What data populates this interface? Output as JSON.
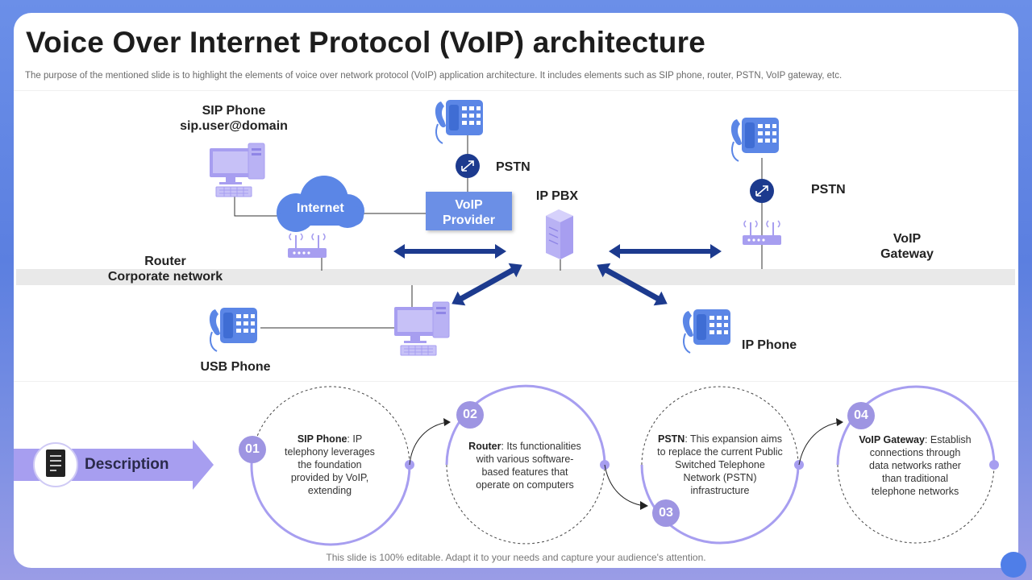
{
  "header": {
    "title": "Voice Over Internet Protocol (VoIP) architecture",
    "subtitle": "The purpose of the mentioned slide is to highlight the elements of voice over network protocol (VoIP)  application architecture. It includes elements such as SIP phone, router, PSTN, VoIP gateway, etc."
  },
  "diagram": {
    "sip_phone": "SIP Phone",
    "sip_address": "sip.user@domain",
    "internet": "Internet",
    "pstn_left": "PSTN",
    "voip_provider_line1": "VoIP",
    "voip_provider_line2": "Provider",
    "ip_pbx": "IP PBX",
    "pstn_right": "PSTN",
    "voip_gateway_line1": "VoIP",
    "voip_gateway_line2": "Gateway",
    "router": "Router",
    "corporate_network": "Corporate network",
    "usb_phone": "USB Phone",
    "ip_phone": "IP Phone"
  },
  "description": {
    "label": "Description",
    "steps": [
      {
        "num": "01",
        "title": "SIP Phone",
        "text": ": IP telephony leverages the foundation provided by VoIP, extending"
      },
      {
        "num": "02",
        "title": "Router",
        "text": ": Its functionalities with various  software-based features that operate on computers"
      },
      {
        "num": "03",
        "title": "PSTN",
        "text": ": This expansion aims to replace the current Public Switched Telephone Network (PSTN) infrastructure"
      },
      {
        "num": "04",
        "title": "VoIP Gateway",
        "text": ": Establish connections through data networks rather than traditional telephone networks"
      }
    ]
  },
  "footer": "This slide is 100% editable. Adapt it to your needs and capture your audience's attention.",
  "colors": {
    "accent_blue": "#6b8fe6",
    "icon_purple": "#a79ef0",
    "phone_blue": "#5b86e6",
    "arrow_navy": "#1c3a8e",
    "step_purple": "#9e95e2"
  }
}
